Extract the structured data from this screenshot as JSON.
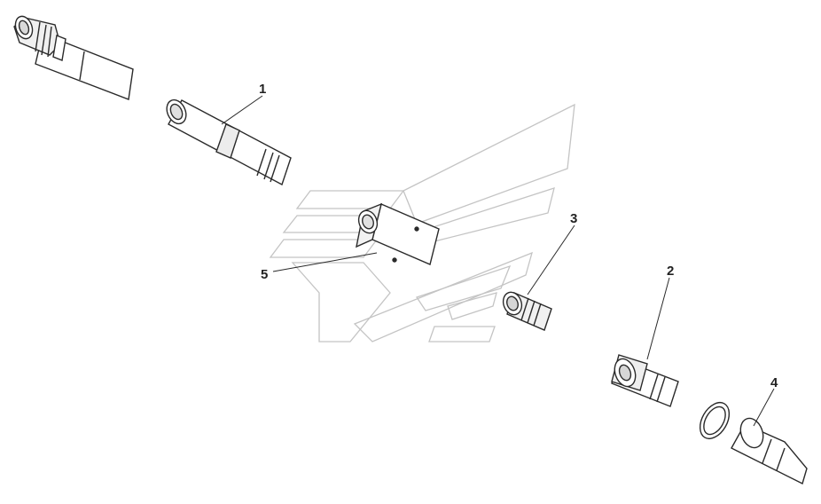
{
  "diagram": {
    "labels": [
      {
        "id": "1",
        "text": "1"
      },
      {
        "id": "2",
        "text": "2"
      },
      {
        "id": "3",
        "text": "3"
      },
      {
        "id": "4",
        "text": "4"
      },
      {
        "id": "5",
        "text": "5"
      }
    ]
  },
  "colors": {
    "line": "#2a2a2a",
    "watermark": "#bdbdbd",
    "fill": "#ffffff",
    "shade": "#e6e6e6"
  }
}
